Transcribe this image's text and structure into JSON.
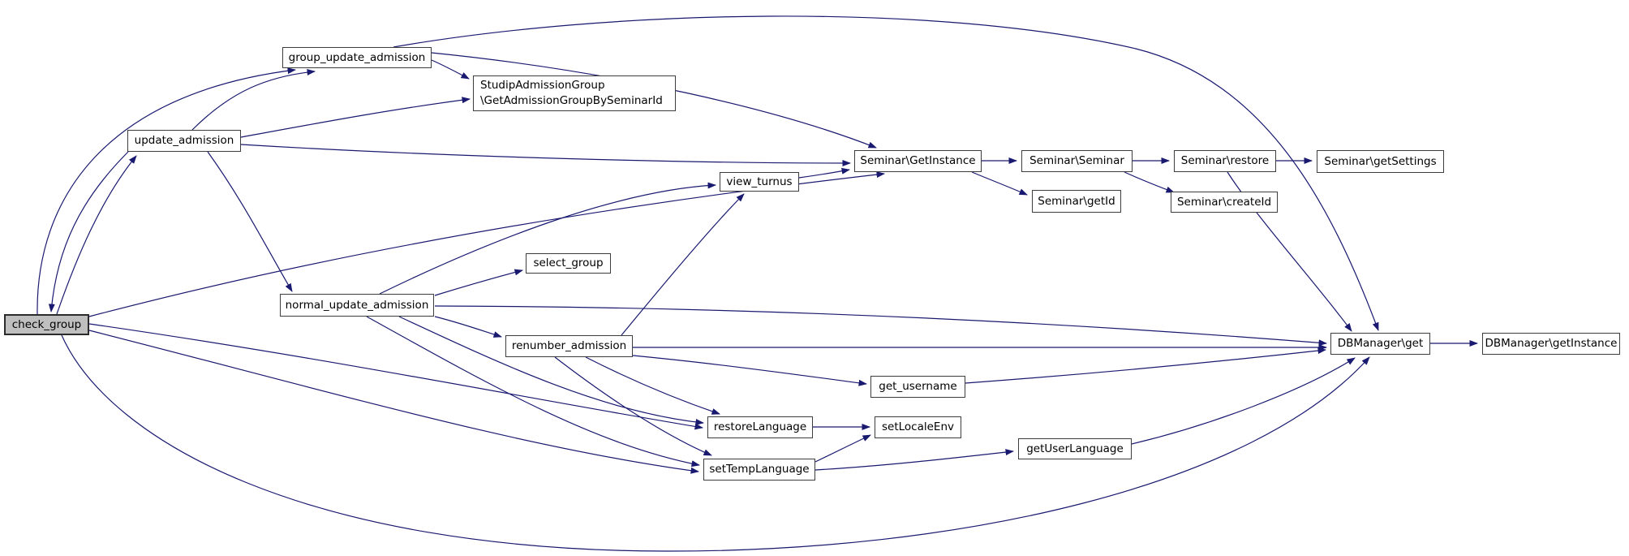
{
  "diagram": {
    "title": "check_group call graph",
    "type": "call-graph",
    "colors": {
      "background": "#ffffff",
      "edge": "#191970",
      "node_border": "#3d3d3d",
      "node_fill": "#ffffff",
      "highlight_fill": "#bfbfbf",
      "text": "#000000"
    },
    "nodes": [
      {
        "id": "check_group",
        "label": "check_group",
        "highlighted": true
      },
      {
        "id": "update_admission",
        "label": "update_admission",
        "highlighted": false
      },
      {
        "id": "group_update_admission",
        "label": "group_update_admission",
        "highlighted": false
      },
      {
        "id": "studip_admission_group",
        "label": "StudipAdmissionGroup\n\\GetAdmissionGroupBySeminarId",
        "highlighted": false
      },
      {
        "id": "view_turnus",
        "label": "view_turnus",
        "highlighted": false
      },
      {
        "id": "seminar_getinstance",
        "label": "Seminar\\GetInstance",
        "highlighted": false
      },
      {
        "id": "seminar_seminar",
        "label": "Seminar\\Seminar",
        "highlighted": false
      },
      {
        "id": "seminar_restore",
        "label": "Seminar\\restore",
        "highlighted": false
      },
      {
        "id": "seminar_getsettings",
        "label": "Seminar\\getSettings",
        "highlighted": false
      },
      {
        "id": "seminar_getid",
        "label": "Seminar\\getId",
        "highlighted": false
      },
      {
        "id": "seminar_createid",
        "label": "Seminar\\createId",
        "highlighted": false
      },
      {
        "id": "select_group",
        "label": "select_group",
        "highlighted": false
      },
      {
        "id": "normal_update_admission",
        "label": "normal_update_admission",
        "highlighted": false
      },
      {
        "id": "renumber_admission",
        "label": "renumber_admission",
        "highlighted": false
      },
      {
        "id": "get_username",
        "label": "get_username",
        "highlighted": false
      },
      {
        "id": "restoreLanguage",
        "label": "restoreLanguage",
        "highlighted": false
      },
      {
        "id": "setLocaleEnv",
        "label": "setLocaleEnv",
        "highlighted": false
      },
      {
        "id": "setTempLanguage",
        "label": "setTempLanguage",
        "highlighted": false
      },
      {
        "id": "getUserLanguage",
        "label": "getUserLanguage",
        "highlighted": false
      },
      {
        "id": "dbmanager_get",
        "label": "DBManager\\get",
        "highlighted": false
      },
      {
        "id": "dbmanager_getinstance",
        "label": "DBManager\\getInstance",
        "highlighted": false
      }
    ],
    "edges": [
      {
        "from": "check_group",
        "to": "update_admission"
      },
      {
        "from": "update_admission",
        "to": "check_group"
      },
      {
        "from": "check_group",
        "to": "group_update_admission"
      },
      {
        "from": "update_admission",
        "to": "group_update_admission"
      },
      {
        "from": "group_update_admission",
        "to": "studip_admission_group"
      },
      {
        "from": "update_admission",
        "to": "studip_admission_group"
      },
      {
        "from": "group_update_admission",
        "to": "seminar_getinstance"
      },
      {
        "from": "group_update_admission",
        "to": "dbmanager_get"
      },
      {
        "from": "update_admission",
        "to": "seminar_getinstance"
      },
      {
        "from": "update_admission",
        "to": "normal_update_admission"
      },
      {
        "from": "normal_update_admission",
        "to": "view_turnus"
      },
      {
        "from": "normal_update_admission",
        "to": "select_group"
      },
      {
        "from": "normal_update_admission",
        "to": "renumber_admission"
      },
      {
        "from": "normal_update_admission",
        "to": "dbmanager_get"
      },
      {
        "from": "normal_update_admission",
        "to": "restoreLanguage"
      },
      {
        "from": "normal_update_admission",
        "to": "setTempLanguage"
      },
      {
        "from": "renumber_admission",
        "to": "view_turnus"
      },
      {
        "from": "renumber_admission",
        "to": "dbmanager_get"
      },
      {
        "from": "renumber_admission",
        "to": "get_username"
      },
      {
        "from": "renumber_admission",
        "to": "restoreLanguage"
      },
      {
        "from": "renumber_admission",
        "to": "setTempLanguage"
      },
      {
        "from": "check_group",
        "to": "seminar_getinstance"
      },
      {
        "from": "check_group",
        "to": "restoreLanguage"
      },
      {
        "from": "check_group",
        "to": "setTempLanguage"
      },
      {
        "from": "check_group",
        "to": "dbmanager_get"
      },
      {
        "from": "view_turnus",
        "to": "seminar_getinstance"
      },
      {
        "from": "seminar_getinstance",
        "to": "seminar_seminar"
      },
      {
        "from": "seminar_getinstance",
        "to": "seminar_getid"
      },
      {
        "from": "seminar_seminar",
        "to": "seminar_restore"
      },
      {
        "from": "seminar_seminar",
        "to": "seminar_createid"
      },
      {
        "from": "seminar_restore",
        "to": "seminar_getsettings"
      },
      {
        "from": "seminar_restore",
        "to": "dbmanager_get"
      },
      {
        "from": "get_username",
        "to": "dbmanager_get"
      },
      {
        "from": "getUserLanguage",
        "to": "dbmanager_get"
      },
      {
        "from": "setTempLanguage",
        "to": "setLocaleEnv"
      },
      {
        "from": "setTempLanguage",
        "to": "getUserLanguage"
      },
      {
        "from": "restoreLanguage",
        "to": "setLocaleEnv"
      },
      {
        "from": "dbmanager_get",
        "to": "dbmanager_getinstance"
      }
    ]
  }
}
